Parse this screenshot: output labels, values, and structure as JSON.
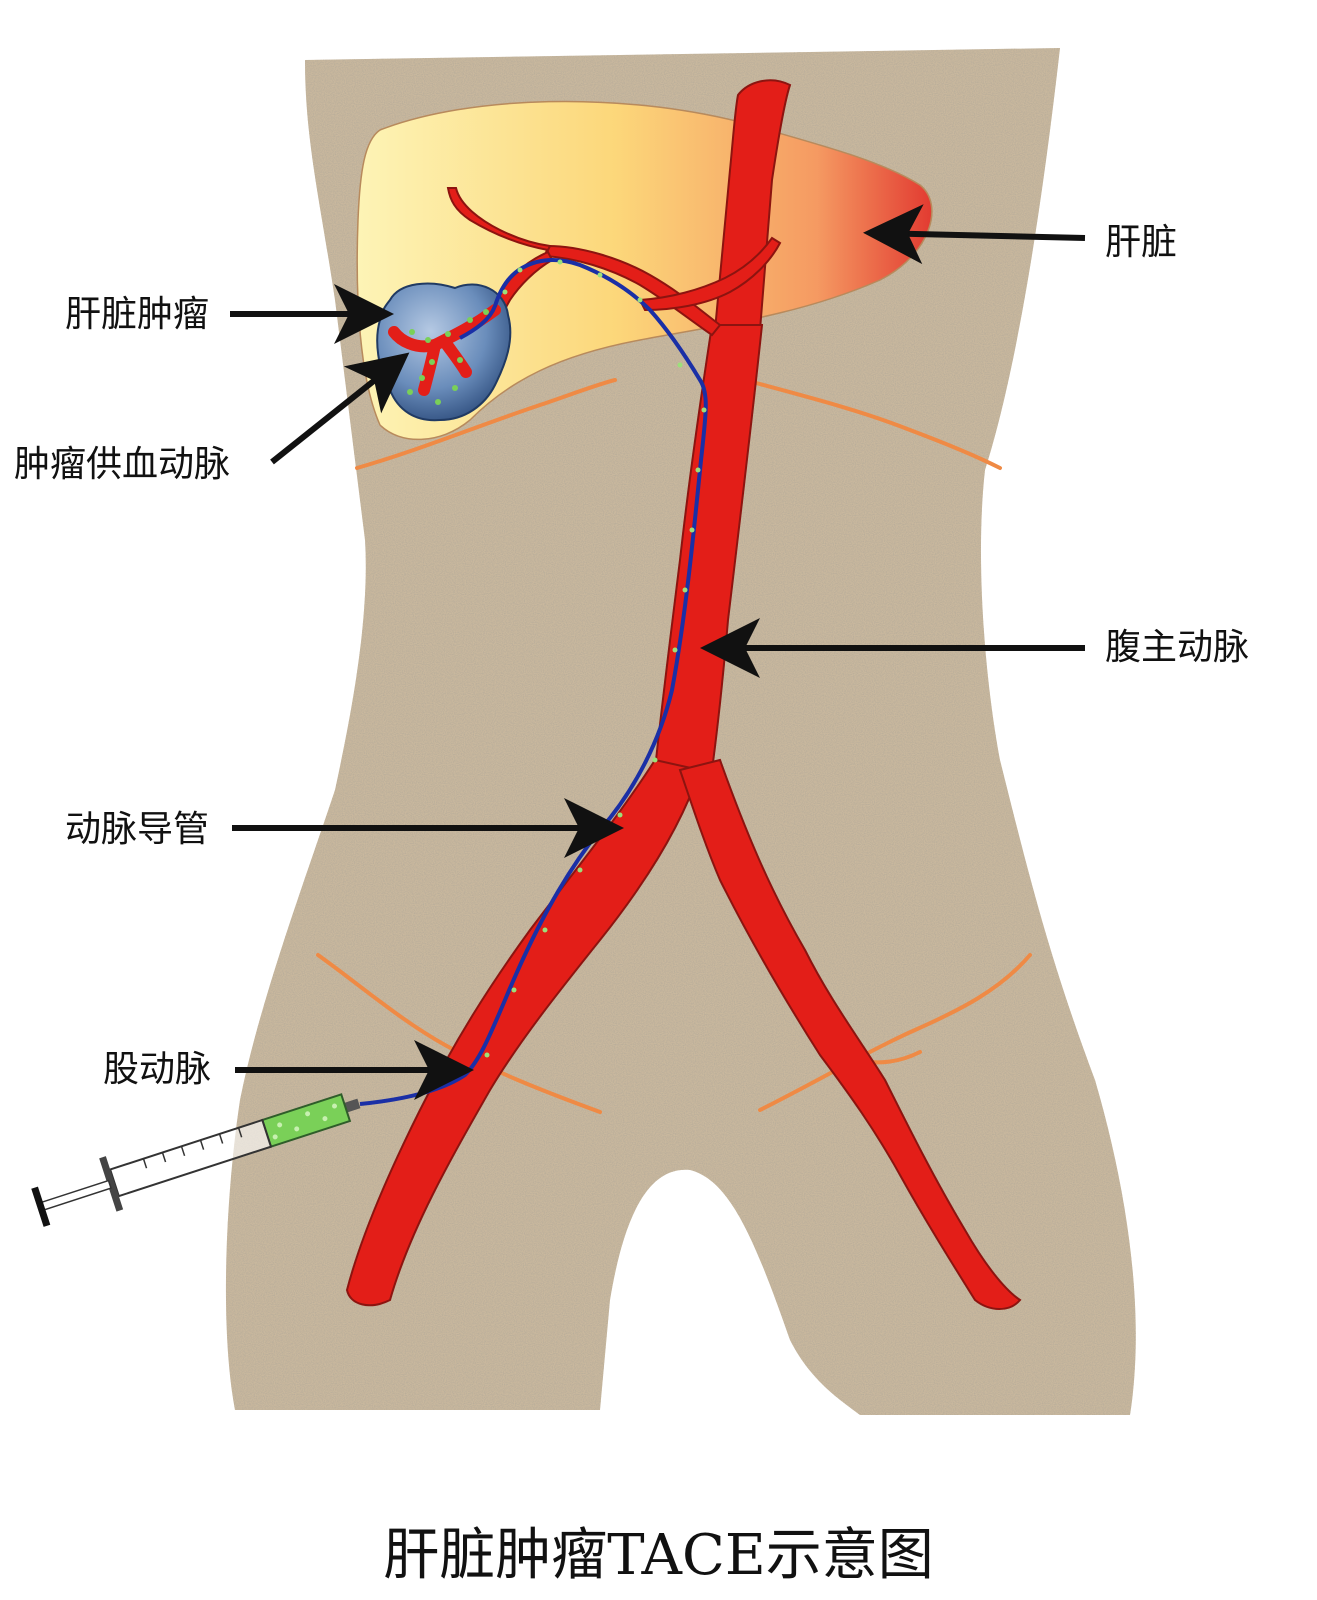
{
  "labels": {
    "liver": "肝脏",
    "liver_tumor": "肝脏肿瘤",
    "tumor_artery": "肿瘤供血动脉",
    "abdominal_aorta": "腹主动脉",
    "arterial_catheter": "动脉导管",
    "femoral_artery": "股动脉"
  },
  "caption": "肝脏肿瘤TACE示意图",
  "colors": {
    "body": "#c8b79d",
    "artery": "#e31e18",
    "artery_outline": "#8c1410",
    "catheter": "#1a2fa6",
    "tumor": "#5a7fae",
    "liver_light": "#fdf0a4",
    "liver_dark": "#e8463a",
    "rib_line": "#ef8a45",
    "arrow": "#111111"
  }
}
